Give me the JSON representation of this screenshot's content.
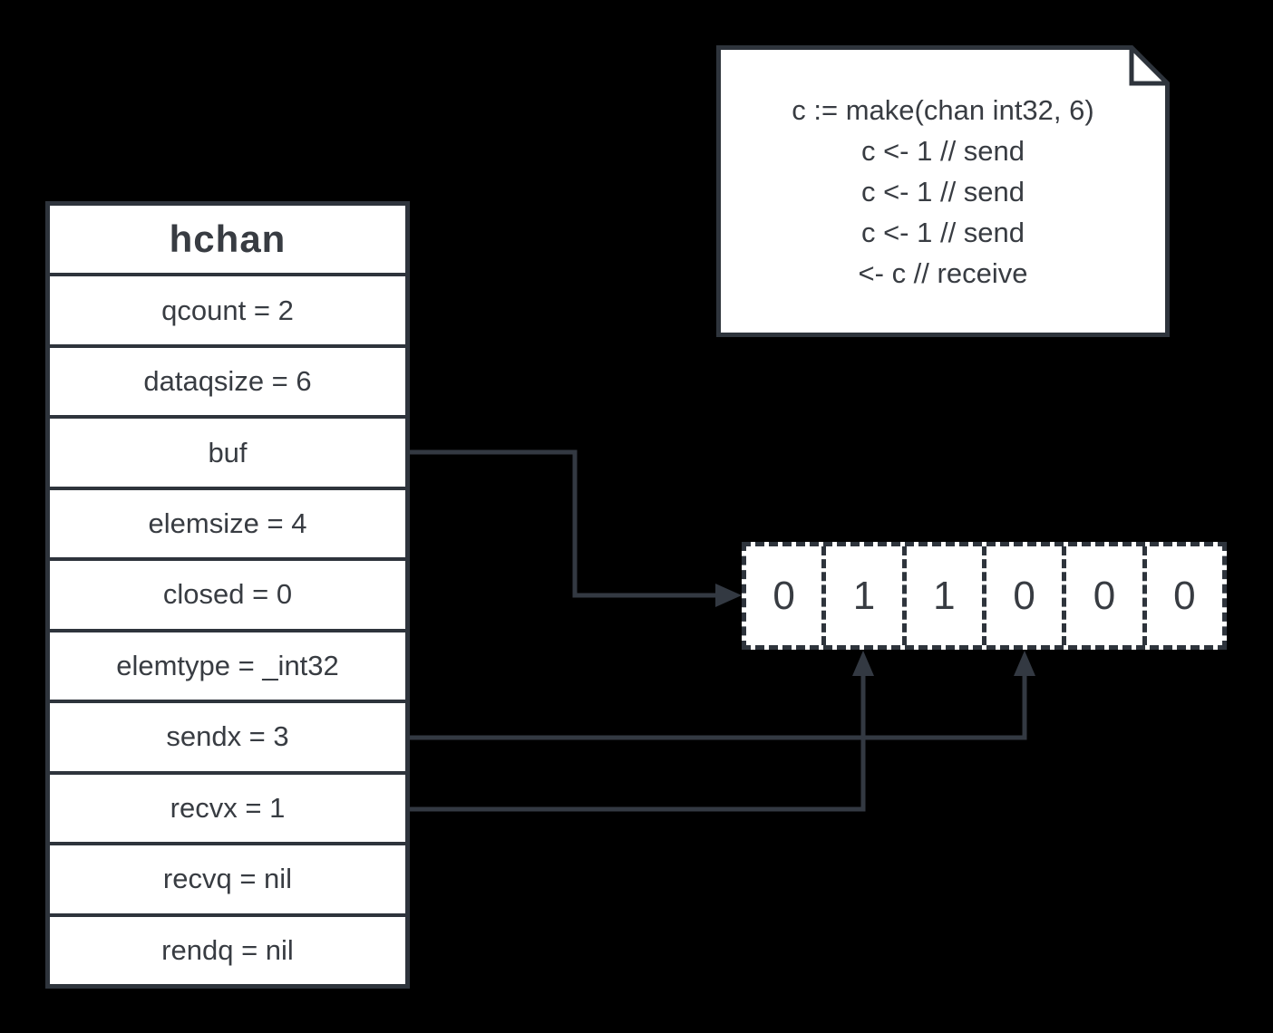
{
  "colors": {
    "background": "#000000",
    "panel_fill": "#ffffff",
    "stroke": "#2e343c",
    "text": "#383c42"
  },
  "hchan_table": {
    "title": "hchan",
    "rows": [
      "qcount = 2",
      "dataqsize = 6",
      "buf",
      "elemsize = 4",
      "closed = 0",
      "elemtype = _int32",
      "sendx = 3",
      "recvx = 1",
      "recvq = nil",
      "rendq = nil"
    ]
  },
  "code_note": {
    "lines": [
      "c := make(chan int32, 6)",
      "c <- 1 // send",
      "c <- 1 // send",
      "c <- 1 // send",
      "<- c // receive"
    ]
  },
  "buffer": {
    "cells": [
      "0",
      "1",
      "1",
      "0",
      "0",
      "0"
    ]
  },
  "connectors": [
    {
      "from": "buf",
      "to": "buffer left edge"
    },
    {
      "from": "sendx",
      "to": "buffer cell index 3"
    },
    {
      "from": "recvx",
      "to": "buffer cell index 1"
    }
  ]
}
